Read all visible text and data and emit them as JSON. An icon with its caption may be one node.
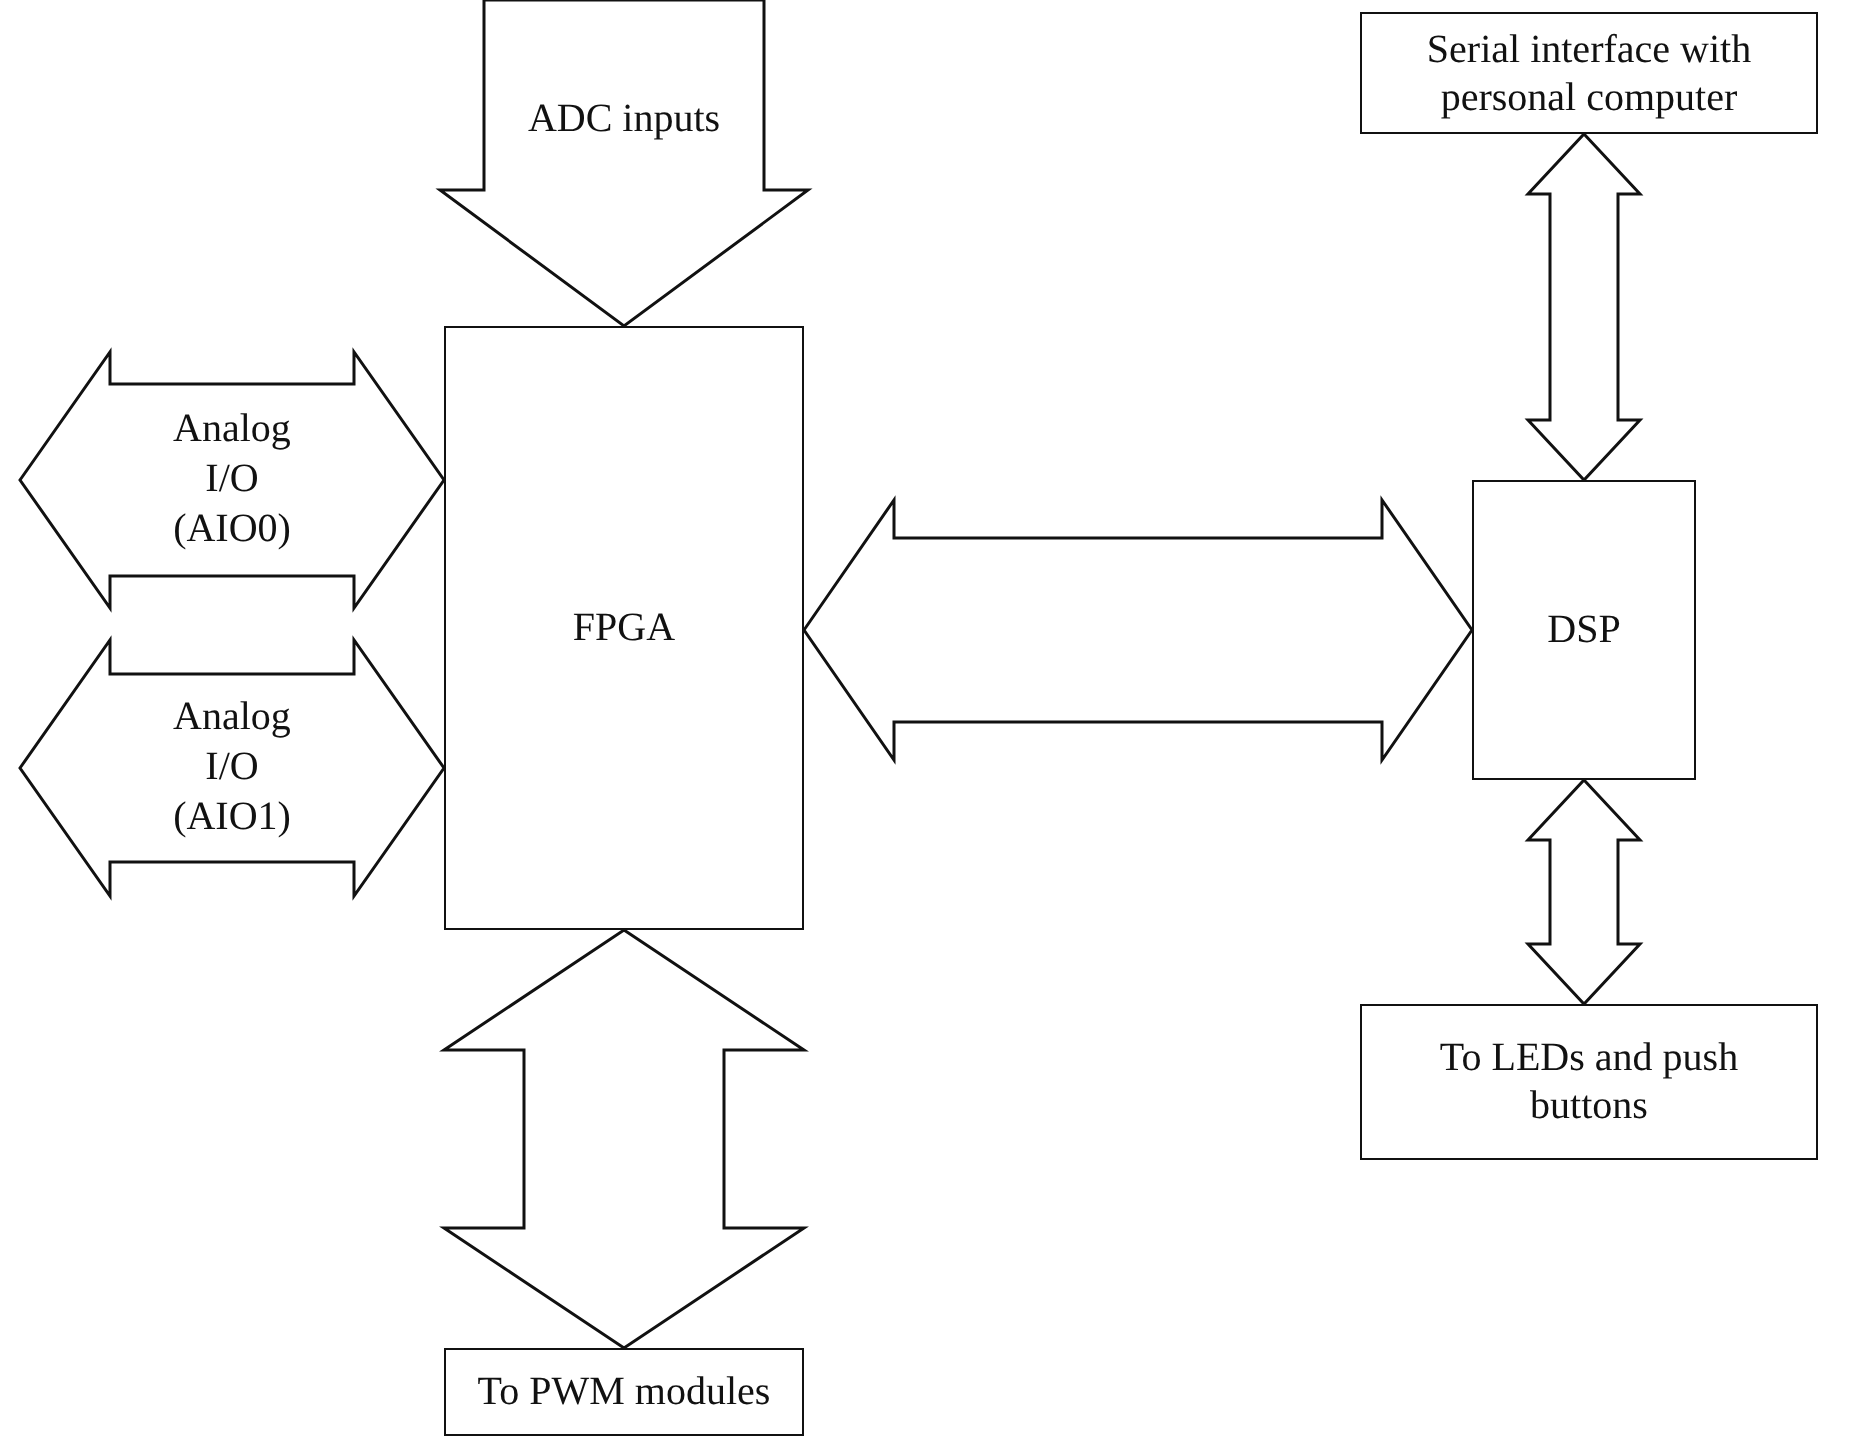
{
  "diagram": {
    "nodes": [
      {
        "text": [
          "FPGA"
        ]
      },
      {
        "text": [
          "DSP"
        ]
      },
      {
        "text": [
          "Serial interface with personal computer"
        ]
      },
      {
        "text": [
          "To LEDs and push buttons"
        ]
      },
      {
        "text": [
          "To PWM modules"
        ]
      }
    ],
    "edges": [
      {
        "from": null,
        "to": 0,
        "arrow": "to",
        "label": "ADC inputs",
        "style": "thick"
      },
      {
        "from": null,
        "to": 0,
        "arrow": "both",
        "label": "Analog I/O (AIO0)",
        "style": "thick"
      },
      {
        "from": null,
        "to": 0,
        "arrow": "both",
        "label": "Analog I/O (AIO1)",
        "style": "thick"
      },
      {
        "from": 0,
        "to": 1,
        "arrow": "both",
        "style": "thick"
      },
      {
        "from": 2,
        "to": 1,
        "arrow": "both",
        "style": "thick"
      },
      {
        "from": 1,
        "to": 3,
        "arrow": "both",
        "style": "thick"
      },
      {
        "from": 0,
        "to": 4,
        "arrow": "both",
        "style": "thick"
      }
    ]
  }
}
